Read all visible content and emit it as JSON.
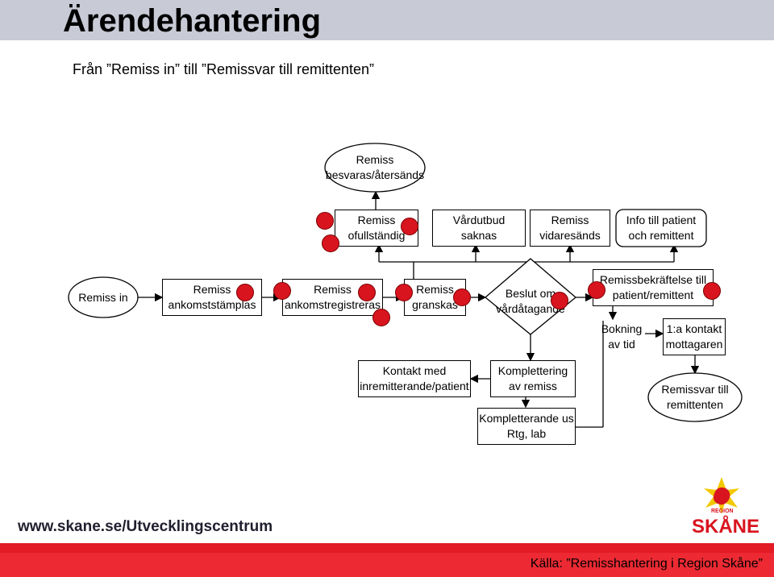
{
  "title": "Ärendehantering",
  "subtitle": "Från ”Remiss in” till ”Remissvar till remittenten”",
  "nodes": {
    "besvaras": [
      "Remiss",
      "besvaras/återsänds"
    ],
    "ofullstandig": [
      "Remiss",
      "ofullständig"
    ],
    "vardutbud": [
      "Vårdutbud",
      "saknas"
    ],
    "vidaresands": [
      "Remiss",
      "vidaresänds"
    ],
    "info": [
      "Info till patient",
      "och remittent"
    ],
    "remiss_in": "Remiss in",
    "ankomststamplas": [
      "Remiss",
      "ankomststämplas"
    ],
    "ankomstregistreras": [
      "Remiss",
      "ankomstregistreras"
    ],
    "granskas": [
      "Remiss",
      "granskas"
    ],
    "beslut": [
      "Beslut om",
      "vårdåtagande"
    ],
    "remissbekraftelse": [
      "Remissbekräftelse till",
      "patient/remittent"
    ],
    "bokning": [
      "Bokning",
      "av tid"
    ],
    "kontakt_mottagaren": [
      "1:a kontakt",
      "mottagaren"
    ],
    "kontakt_inremitterande": [
      "Kontakt med",
      "inremitterande/patient"
    ],
    "komplettering": [
      "Komplettering",
      "av remiss"
    ],
    "kompletterande_us": [
      "Kompletterande us",
      "Rtg, lab"
    ],
    "remissvar": [
      "Remissvar till",
      "remittenten"
    ]
  },
  "footer": {
    "url": "www.skane.se/Utvecklingscentrum",
    "source": "Källa: ”Remisshantering i Region Skåne”"
  },
  "logo": {
    "small": "REGION",
    "name": "SKÅNE"
  },
  "colors": {
    "header_band": "#c8cbd6",
    "marker": "#d8141f",
    "footer_band": "#e21b24",
    "logo_yellow": "#f2c800"
  }
}
